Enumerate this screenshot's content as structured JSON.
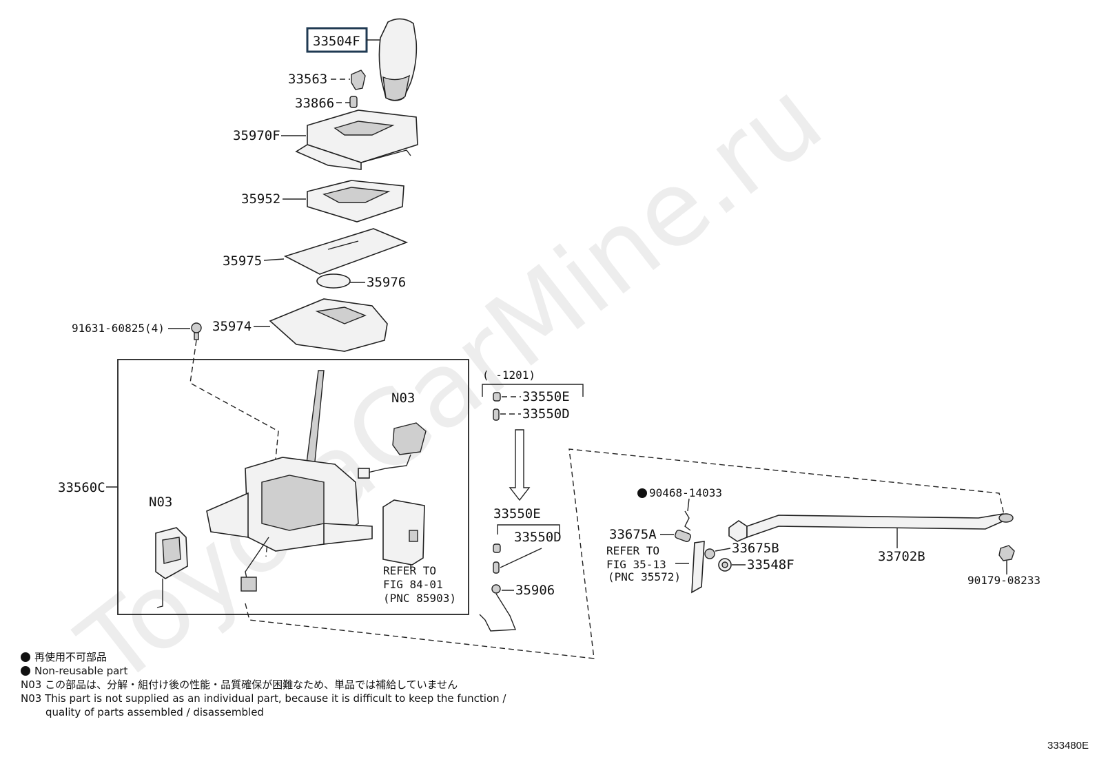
{
  "watermark": "ToyotaCarMine.ru",
  "diagram_id": "333480E",
  "labels": {
    "p33504F": "33504F",
    "p33563": "33563",
    "p33866": "33866",
    "p35970F": "35970F",
    "p35952": "35952",
    "p35975": "35975",
    "p35976": "35976",
    "p35974": "35974",
    "p91631": "91631-60825(4)",
    "p33560C": "33560C",
    "n03_a": "N03",
    "n03_b": "N03",
    "refer84_1": "REFER TO",
    "refer84_2": "FIG 84-01",
    "refer84_3": "(PNC 85903)",
    "range": "(     -1201)",
    "p33550E_a": "33550E",
    "p33550D_a": "33550D",
    "p33550E_b": "33550E",
    "p33550D_b": "33550D",
    "p35906": "35906",
    "p90468": "90468-14033",
    "p33675A": "33675A",
    "refer35_1": "REFER TO",
    "refer35_2": "FIG 35-13",
    "refer35_3": "(PNC 35572)",
    "p33675B": "33675B",
    "p33548F": "33548F",
    "p33702B": "33702B",
    "p90179": "90179-08233"
  },
  "notes": {
    "nonreusable_jp": "再使用不可部品",
    "nonreusable_en": "Non-reusable part",
    "n03_jp": "N03 この部品は、分解・組付け後の性能・品質確保が困難なため、単品では補給していません",
    "n03_en_1": "N03 This part is not supplied as an individual part, because it is difficult to keep the function /",
    "n03_en_2": "quality of parts assembled / disassembled"
  }
}
